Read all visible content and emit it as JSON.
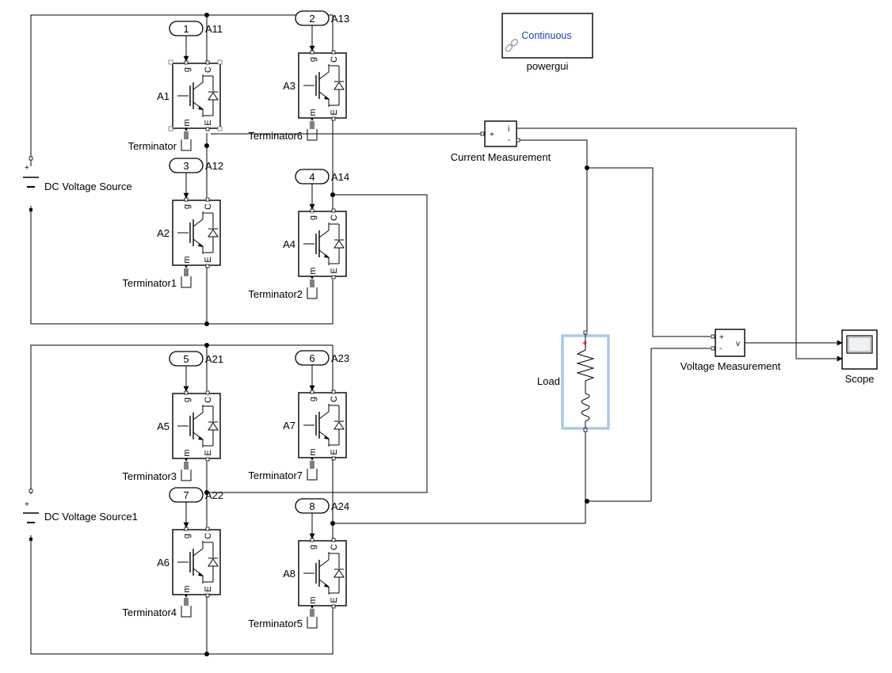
{
  "powergui": {
    "mode": "Continuous",
    "label": "powergui",
    "accent": "#1a3fbf"
  },
  "sources": [
    {
      "id": "dc1",
      "label": "DC Voltage Source"
    },
    {
      "id": "dc2",
      "label": "DC Voltage Source1"
    }
  ],
  "igbts": [
    {
      "id": "A1",
      "label": "A1",
      "gate": "1",
      "node": "A11",
      "terminator": "Terminator"
    },
    {
      "id": "A2",
      "label": "A2",
      "gate": "3",
      "node": "A12",
      "terminator": "Terminator1"
    },
    {
      "id": "A3",
      "label": "A3",
      "gate": "2",
      "node": "A13",
      "terminator": "Terminator6"
    },
    {
      "id": "A4",
      "label": "A4",
      "gate": "4",
      "node": "A14",
      "terminator": "Terminator2"
    },
    {
      "id": "A5",
      "label": "A5",
      "gate": "5",
      "node": "A21",
      "terminator": "Terminator3"
    },
    {
      "id": "A6",
      "label": "A6",
      "gate": "7",
      "node": "A22",
      "terminator": "Terminator4"
    },
    {
      "id": "A7",
      "label": "A7",
      "gate": "6",
      "node": "A23",
      "terminator": "Terminator7"
    },
    {
      "id": "A8",
      "label": "A8",
      "gate": "8",
      "node": "A24",
      "terminator": "Terminator5"
    }
  ],
  "pin_labels": {
    "g": "g",
    "C": "C",
    "m": "m",
    "E": "E"
  },
  "current_measurement": {
    "label": "Current Measurement",
    "plus": "+",
    "minus": "-",
    "out": "i"
  },
  "voltage_measurement": {
    "label": "Voltage Measurement",
    "plus": "+",
    "minus": "-",
    "out": "v"
  },
  "load": {
    "label": "Load",
    "highlight": "#a9c8ec",
    "marker": "#e0202a"
  },
  "scope": {
    "label": "Scope"
  }
}
